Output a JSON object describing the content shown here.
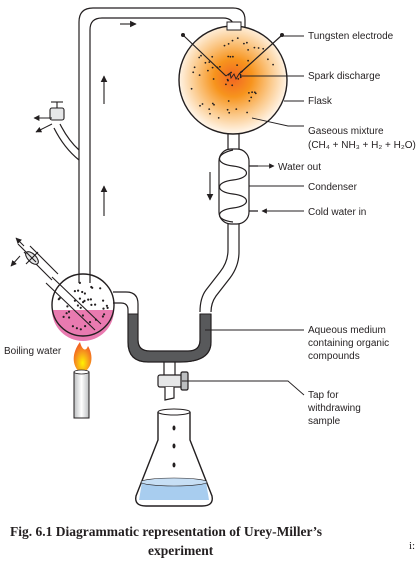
{
  "labels": {
    "tungsten_electrode": "Tungsten electrode",
    "spark_discharge": "Spark discharge",
    "flask": "Flask",
    "gaseous_mixture_line1": "Gaseous mixture",
    "gaseous_mixture_line2": "(CH₄ + NH₃ + H₂ + H₂O)",
    "water_out": "Water out",
    "condenser": "Condenser",
    "cold_water_in": "Cold water in",
    "boiling_water": "Boiling water",
    "aqueous_medium_line1": "Aqueous medium",
    "aqueous_medium_line2": "containing organic",
    "aqueous_medium_line3": "compounds",
    "tap_line1": "Tap for",
    "tap_line2": "withdrawing",
    "tap_line3": "sample"
  },
  "caption": {
    "line1": "Fig. 6.1 Diagrammatic representation of Urey-Miller’s",
    "line2": "experiment"
  },
  "page_marker": "i:",
  "colors": {
    "spark_glow": "#f7941d",
    "boiling_liquid": "#e97ab0",
    "aqueous_medium": "#58595b",
    "sample_liquid": "#a8cdef",
    "burner_flame": "#f7a21b",
    "outline": "#231f20"
  }
}
